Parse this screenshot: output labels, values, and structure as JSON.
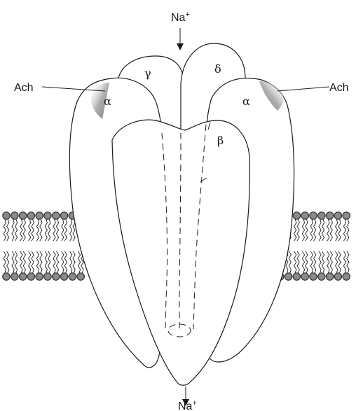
{
  "labels": {
    "na_top": "Na",
    "na_top_sup": "+",
    "na_bottom": "Na",
    "na_bottom_sup": "+",
    "ach_left": "Ach",
    "ach_right": "Ach",
    "alpha_left": "α",
    "alpha_right": "α",
    "gamma": "γ",
    "delta": "δ",
    "beta": "β"
  },
  "colors": {
    "outline": "#1a1a1a",
    "head_fill": "#8a8a8a",
    "head_stroke": "#333333",
    "binding_site": "#9a9a9a"
  }
}
